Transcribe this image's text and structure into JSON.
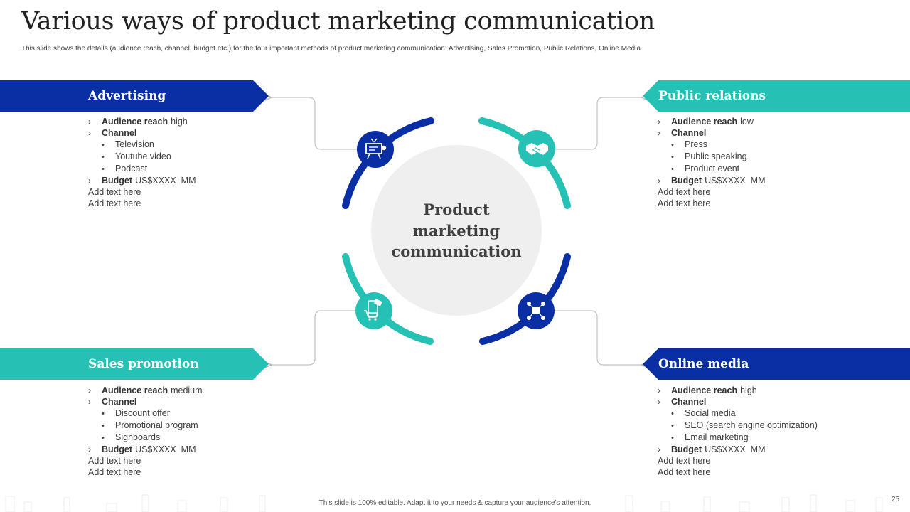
{
  "title": "Various ways of product marketing communication",
  "subtitle": "This slide shows the details (audience reach, channel, budget etc.) for the four important methods of product marketing communication: Advertising, Sales Promotion, Public Relations, Online Media",
  "center": {
    "lines": [
      "Product",
      "marketing",
      "communication"
    ]
  },
  "colors": {
    "blue": "#0a2ea4",
    "teal": "#26c1b5",
    "center_circle": "#efefef"
  },
  "sections": {
    "advertising": {
      "title": "Advertising",
      "icon": "billboard-icon",
      "audience_label": "Audience reach",
      "audience_value": "high",
      "channel_label": "Channel",
      "channels": [
        "Television",
        "Youtube video",
        "Podcast"
      ],
      "budget_label": "Budget",
      "budget_value": "US$XXXX  MM",
      "extra": [
        "Add text here",
        "Add text here"
      ]
    },
    "public_relations": {
      "title": "Public relations",
      "icon": "handshake-icon",
      "audience_label": "Audience reach",
      "audience_value": "low",
      "channel_label": "Channel",
      "channels": [
        "Press",
        "Public speaking",
        "Product event"
      ],
      "budget_label": "Budget",
      "budget_value": "US$XXXX  MM",
      "extra": [
        "Add text here",
        "Add text here"
      ]
    },
    "sales_promotion": {
      "title": "Sales promotion",
      "icon": "shopping-cart-icon",
      "audience_label": "Audience reach",
      "audience_value": "medium",
      "channel_label": "Channel",
      "channels": [
        "Discount offer",
        "Promotional program",
        "Signboards"
      ],
      "budget_label": "Budget",
      "budget_value": "US$XXXX  MM",
      "extra": [
        "Add text here",
        "Add text here"
      ]
    },
    "online_media": {
      "title": "Online media",
      "icon": "social-network-icon",
      "audience_label": "Audience reach",
      "audience_value": "high",
      "channel_label": "Channel",
      "channels": [
        "Social media",
        "SEO (search engine optimization)",
        "Email marketing"
      ],
      "budget_label": "Budget",
      "budget_value": "US$XXXX  MM",
      "extra": [
        "Add text here",
        "Add text here"
      ]
    }
  },
  "footer": "This slide is 100% editable.  Adapt it to your needs & capture your audience's attention.",
  "page_number": "25"
}
